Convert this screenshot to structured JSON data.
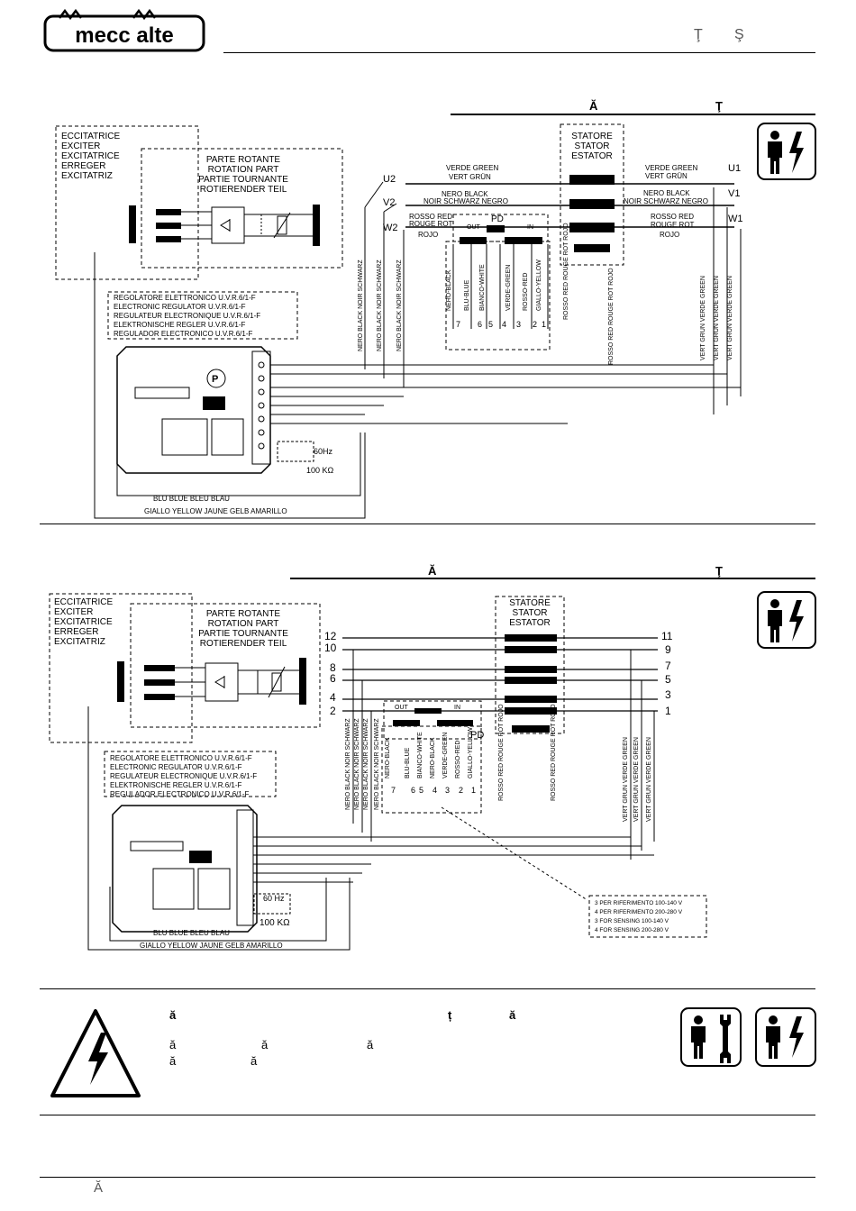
{
  "header": {
    "logo_text": "mecc alte",
    "chars": [
      "Ţ",
      "Ş"
    ]
  },
  "section1": {
    "title_chars": [
      "Ă",
      "Ţ"
    ],
    "exciter_labels": [
      "ECCITATRICE",
      "EXCITER",
      "EXCITATRICE",
      "ERREGER",
      "EXCITATRIZ"
    ],
    "rotating_labels": [
      "PARTE ROTANTE",
      "ROTATION PART",
      "PARTIE TOURNANTE",
      "ROTIERENDER TEIL"
    ],
    "stator_labels": [
      "STATORE",
      "STATOR",
      "ESTATOR"
    ],
    "regulator_labels": [
      "REGOLATORE ELETTRONICO U.V.R.6/1-F",
      "ELECTRONIC REGULATOR U.V.R.6/1-F",
      "REGULATEUR ELECTRONIQUE U.V.R.6/1-F",
      "ELEKTRONISCHE REGLER U.V.R.6/1-F",
      "REGULADOR ELECTRONICO U.V.R.6/1-F"
    ],
    "left_terminals": [
      "U2",
      "V2",
      "W2"
    ],
    "right_terminals": [
      "U1",
      "V1",
      "W1"
    ],
    "left_wire_labels": [
      "VERDE GREEN",
      "VERT GRÜN",
      "NERO BLACK",
      "NOIR SCHWARZ NEGRO",
      "ROSSO RED",
      "ROUGE ROT",
      "ROJO"
    ],
    "right_wire_labels": [
      "VERDE GREEN",
      "VERT GRÜN",
      "NERO BLACK",
      "NOIR SCHWARZ NEGRO",
      "ROSSO RED",
      "ROUGE ROT",
      "ROJO"
    ],
    "pd_label": "PD",
    "out_label": "OUT",
    "in_label": "IN",
    "connector_wires": [
      "NERO-BLACK",
      "BLU-BLUE",
      "BIANCO-WHITE",
      "VERDE-GREEN",
      "ROSSO-RED",
      "GIALLO-YELLOW"
    ],
    "connector_numbers": [
      "7",
      "6",
      "5",
      "4",
      "3",
      "2",
      "1"
    ],
    "vertical_black": [
      "NERO BLACK NOIR SCHWARZ",
      "NERO BLACK NOIR SCHWARZ",
      "NERO BLACK NOIR SCHWARZ"
    ],
    "vertical_red": [
      "ROSSO RED ROUGE ROT ROJO",
      "ROSSO RED ROUGE ROT ROJO"
    ],
    "vertical_green": [
      "VERT GRUN VERDE GREEN",
      "VERT GRUN VERDE GREEN",
      "VERT GRUN VERDE GREEN"
    ],
    "freq": "60Hz",
    "resistor": "100 KΩ",
    "blu_label": "BLU BLUE BLEU BLAU",
    "giallo_label": "GIALLO YELLOW JAUNE GELB AMARILLO"
  },
  "section2": {
    "title_chars": [
      "Ă",
      "Ţ"
    ],
    "exciter_labels": [
      "ECCITATRICE",
      "EXCITER",
      "EXCITATRICE",
      "ERREGER",
      "EXCITATRIZ"
    ],
    "rotating_labels": [
      "PARTE ROTANTE",
      "ROTATION PART",
      "PARTIE TOURNANTE",
      "ROTIERENDER TEIL"
    ],
    "stator_labels": [
      "STATORE",
      "STATOR",
      "ESTATOR"
    ],
    "regulator_labels": [
      "REGOLATORE ELETTRONICO U.V.R.6/1-F",
      "ELECTRONIC REGULATOR U.V.R.6/1-F",
      "REGULATEUR ELECTRONIQUE U.V.R.6/1-F",
      "ELEKTRONISCHE REGLER U.V.R.6/1-F",
      "REGULADOR ELECTRONICO U.V.R.6/1-F"
    ],
    "left_terminals": [
      "12",
      "10",
      "8",
      "6",
      "4",
      "2"
    ],
    "right_terminals": [
      "11",
      "9",
      "7",
      "5",
      "3",
      "1"
    ],
    "pd_label": "PD",
    "out_label": "OUT",
    "in_label": "IN",
    "connector_wires": [
      "NERO-BLACK",
      "BLU-BLUE",
      "BIANCO-WHITE",
      "NERO-BLACK",
      "VERDE-GREEN",
      "ROSSO-RED",
      "GIALLO-YELLOW"
    ],
    "connector_numbers": [
      "7",
      "6",
      "5",
      "4",
      "3",
      "2",
      "1"
    ],
    "vertical_black": [
      "NERO BLACK NOIR SCHWARZ",
      "NERO BLACK NOIR SCHWARZ",
      "NERO BLACK NOIR SCHWARZ",
      "NERO BLACK NOIR SCHWARZ"
    ],
    "vertical_red": [
      "ROSSO RED ROUGE ROT ROJO",
      "ROSSO RED ROUGE ROT ROJO"
    ],
    "vertical_green": [
      "VERT GRUN VERDE GREEN",
      "VERT GRUN VERDE GREEN",
      "VERT GRUN VERDE GREEN"
    ],
    "freq": "60 Hz",
    "resistor": "100 KΩ",
    "blu_label": "BLU BLUE BLEU BLAU",
    "giallo_label": "GIALLO YELLOW JAUNE GELB AMARILLO",
    "sensing_note": [
      "3 PER RIFERIMENTO 100-140 V",
      "4 PER RIFERIMENTO 200-280 V",
      "3 FOR SENSING 100-140 V",
      "4 FOR SENSING 200-280 V"
    ]
  },
  "warning": {
    "line1": [
      "ă",
      "ț",
      "ă"
    ],
    "line2": [
      "ă",
      "ă",
      "ă"
    ],
    "line3": [
      "ă",
      "ă"
    ]
  },
  "footer": {
    "char": "Ă"
  },
  "icons": [
    "person-lightning-icon",
    "person-wrench-icon",
    "warning-triangle-icon"
  ]
}
